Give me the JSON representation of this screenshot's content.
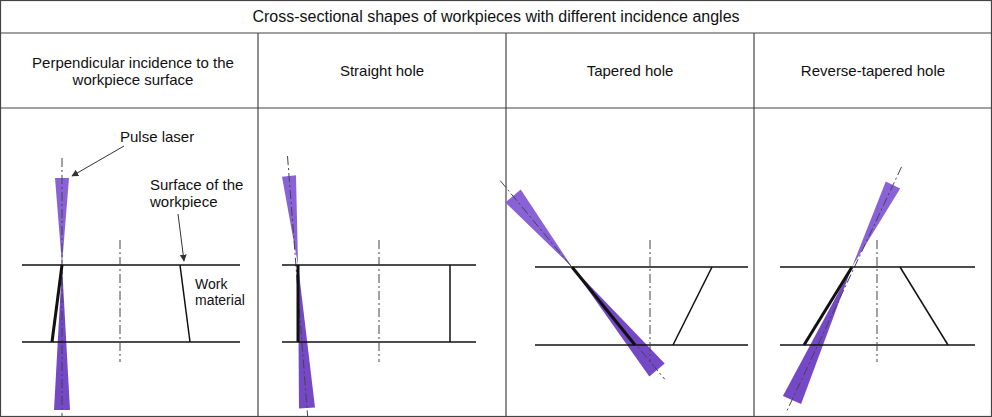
{
  "diagram": {
    "title": "Cross-sectional shapes of workpieces with different incidence angles",
    "labels": [
      "Perpendicular incidence to the workpiece surface",
      "Straight hole",
      "Tapered hole",
      "Reverse-tapered hole",
      "Pulse laser",
      "Surface of the workpiece",
      "Work material"
    ]
  }
}
